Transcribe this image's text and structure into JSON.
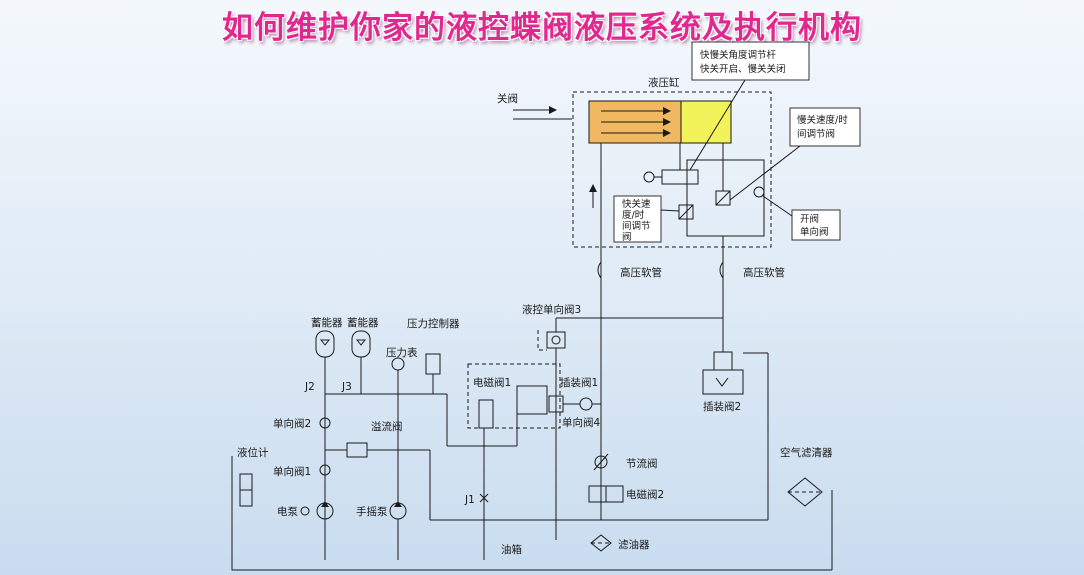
{
  "title": "如何维护你家的液控蝶阀液压系统及执行机构",
  "colors": {
    "title": "#e0288f",
    "cylinder_left": "#f0b860",
    "cylinder_right": "#f2f25a"
  },
  "labels": {
    "close_valve": "关阀",
    "cylinder": "液压缸",
    "hose_left": "高压软管",
    "hose_right": "高压软管",
    "pilot_check_valve_3": "液控单向阀3",
    "accumulator_1": "蓄能器",
    "accumulator_2": "蓄能器",
    "pressure_gauge": "压力表",
    "pressure_controller": "压力控制器",
    "j2": "J2",
    "j3": "J3",
    "solenoid_valve_1": "电磁阀1",
    "cartridge_valve_1": "插装阀1",
    "cartridge_valve_2": "插装阀2",
    "check_valve_2": "单向阀2",
    "relief_valve": "溢流阀",
    "check_valve_4": "单向阀4",
    "level_gauge": "液位计",
    "check_valve_1": "单向阀1",
    "throttle_valve": "节流阀",
    "air_filter": "空气滤清器",
    "solenoid_valve_2": "电磁阀2",
    "electric_pump": "电泵",
    "hand_pump": "手摇泵",
    "j1": "J1",
    "oil_tank": "油箱",
    "oil_filter": "滤油器"
  },
  "callouts": {
    "fast_slow_lever": [
      "快慢关角度调节杆",
      "快关开启、慢关关闭"
    ],
    "slow_close_speed": [
      "慢关速度/时",
      "间调节阀"
    ],
    "fast_close_speed": [
      "快关速",
      "度/时",
      "间调节",
      "阀"
    ],
    "open_check_valve": [
      "开阀",
      "单向阀"
    ]
  }
}
